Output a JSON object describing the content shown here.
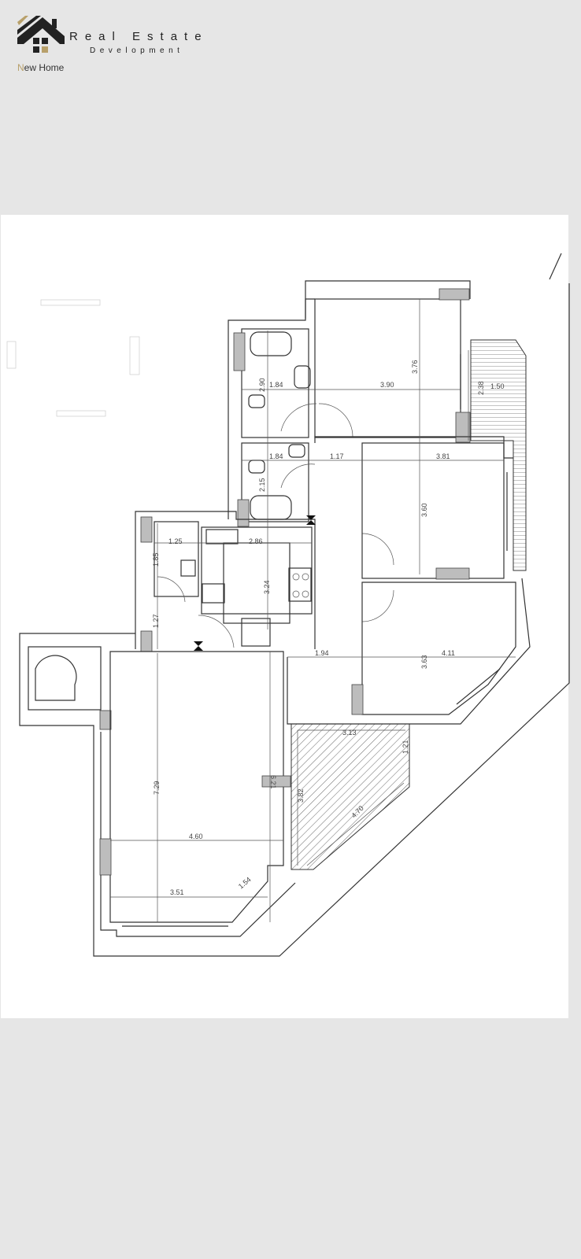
{
  "logo": {
    "title": "Real Estate",
    "subtitle": "Development",
    "brand_first_letter": "N",
    "brand_rest": "ew Home",
    "accent_color": "#b8a06a"
  },
  "plan": {
    "dimensions": {
      "bath1_height": "2.90",
      "bath1_width": "1.84",
      "bed1_width": "3.90",
      "bed1_height": "3.76",
      "balcony_height": "2.38",
      "balcony_width": "1.50",
      "bath2_width": "1.84",
      "bath2_height": "2.15",
      "hall_width": "1.17",
      "bed2_width": "3.81",
      "bed2_height": "3.60",
      "wc_width": "1.25",
      "kitchen_width": "2.86",
      "wc_height": "1.85",
      "kitchen_height": "3.24",
      "entry_height": "1.27",
      "hall2_width": "1.94",
      "bed3_height": "3.63",
      "bed3_width": "4.11",
      "terrace_top": "3.13",
      "terrace_right": "1.21",
      "living_right": "6.21",
      "terrace_left": "3.82",
      "terrace_diag": "4.70",
      "living_height": "7.29",
      "living_width": "4.60",
      "living_bottom": "3.51",
      "living_chamfer": "1.54"
    }
  }
}
